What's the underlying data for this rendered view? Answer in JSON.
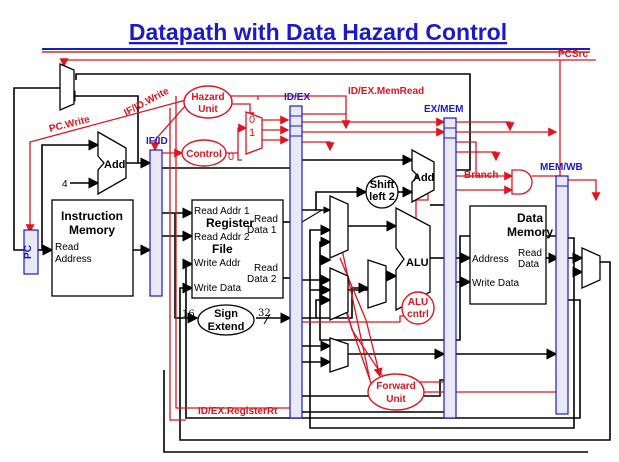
{
  "title": "Datapath with Data Hazard Control",
  "signals": {
    "pcsrc": "PCSrc",
    "id_ex_memread": "ID/EX.MemRead",
    "if_id_write": "IF/ID.Write",
    "pc_write": "PC.Write",
    "branch": "Branch",
    "id_ex_registerrt": "ID/EX.RegisterRt"
  },
  "pipeline_registers": {
    "if_id": "IF/ID",
    "id_ex": "ID/EX",
    "ex_mem": "EX/MEM",
    "mem_wb": "MEM/WB"
  },
  "units": {
    "hazard_line1": "Hazard",
    "hazard_line2": "Unit",
    "control": "Control",
    "forward_line1": "Forward",
    "forward_line2": "Unit",
    "alu_cntrl_line1": "ALU",
    "alu_cntrl_line2": "cntrl",
    "sign_extend_line1": "Sign",
    "sign_extend_line2": "Extend",
    "shift_left_line1": "Shift",
    "shift_left_line2": "left 2"
  },
  "blocks": {
    "pc": "PC",
    "add": "Add",
    "add2": "Add",
    "four": "4",
    "alu": "ALU",
    "im_title_line1": "Instruction",
    "im_title_line2": "Memory",
    "im_read": "Read",
    "im_address": "Address",
    "rf_read_addr1": "Read Addr 1",
    "rf_register": "Register",
    "rf_read_addr2": "Read Addr 2",
    "rf_file": "File",
    "rf_write_addr": "Write Addr",
    "rf_write_data": "Write Data",
    "rf_read": "Read",
    "rf_data1": "Data 1",
    "rf_read2": "Read",
    "rf_data2": "Data 2",
    "dm_title_line1": "Data",
    "dm_title_line2": "Memory",
    "dm_address": "Address",
    "dm_read": "Read",
    "dm_data": "Data",
    "dm_write_data": "Write Data"
  },
  "numbers": {
    "mux_zero": "0",
    "mux_one": "1",
    "control_zero": "0",
    "bits16": "16",
    "bits32": "32"
  },
  "colors": {
    "title": "#1a1acc",
    "control_lines": "#e0141e",
    "pipeline_register": "#1a1acc",
    "datapath": "#000000"
  }
}
